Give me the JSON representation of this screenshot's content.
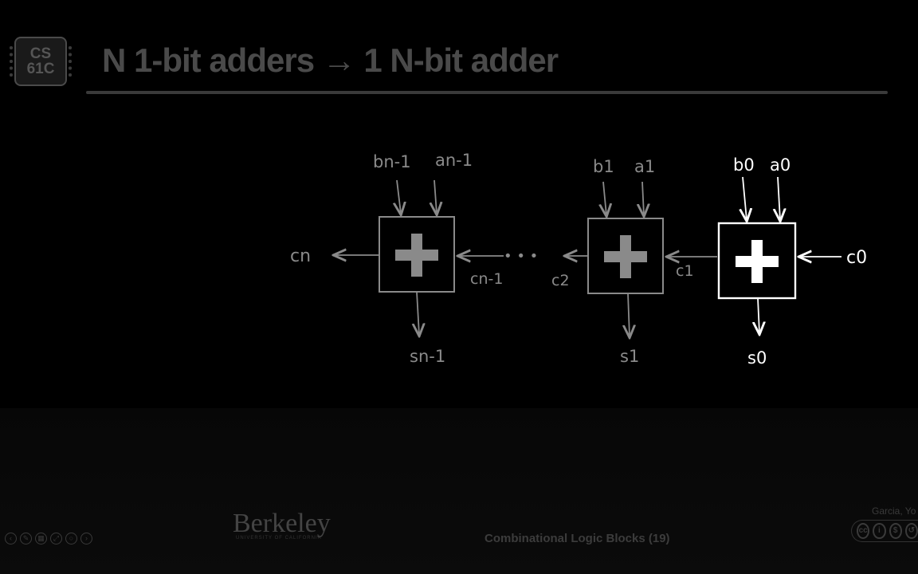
{
  "slide": {
    "logo_line1": "CS",
    "logo_line2": "61C",
    "title": "N 1-bit adders → 1 N-bit adder"
  },
  "diagram": {
    "adders": [
      {
        "id": "n-1",
        "inputs_b": "bn-1",
        "inputs_a": "an-1",
        "sum": "sn-1",
        "symbol": "+",
        "highlight": false
      },
      {
        "id": "1",
        "inputs_b": "b1",
        "inputs_a": "a1",
        "sum": "s1",
        "symbol": "+",
        "highlight": false
      },
      {
        "id": "0",
        "inputs_b": "b0",
        "inputs_a": "a0",
        "sum": "s0",
        "symbol": "+",
        "highlight": true
      }
    ],
    "carries": {
      "cn": "cn",
      "cn_minus_1": "cn-1",
      "c2": "c2",
      "c1": "c1",
      "c0": "c0"
    },
    "ellipsis": "• • •",
    "colors": {
      "dim": "#8a8a8a",
      "highlight": "#ffffff"
    }
  },
  "footer": {
    "nav_icons": [
      "prev-icon",
      "edit-icon",
      "grid-icon",
      "zoom-icon",
      "search-icon",
      "next-icon"
    ],
    "berkeley": "Berkeley",
    "berkeley_sub": "UNIVERSITY OF CALIFORNIA",
    "label": "Combinational Logic Blocks (19)",
    "author": "Garcia, Yo",
    "cc_badges": [
      "cc",
      "by",
      "nc",
      "sa"
    ]
  }
}
